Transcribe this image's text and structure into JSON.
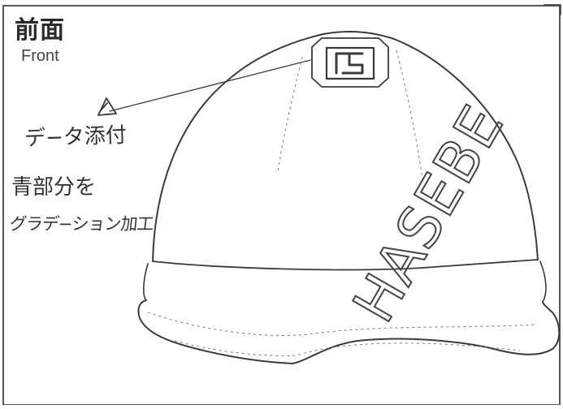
{
  "heading": {
    "jp": "前面",
    "en": "Front"
  },
  "notes": {
    "attach_data": "デ−タ添付",
    "blue_part": "青部分を",
    "gradation": "グラデ−ション加工"
  },
  "helmet": {
    "brand_text": "HASEBE"
  },
  "logo": {
    "name": "hasebe-logo-icon"
  }
}
